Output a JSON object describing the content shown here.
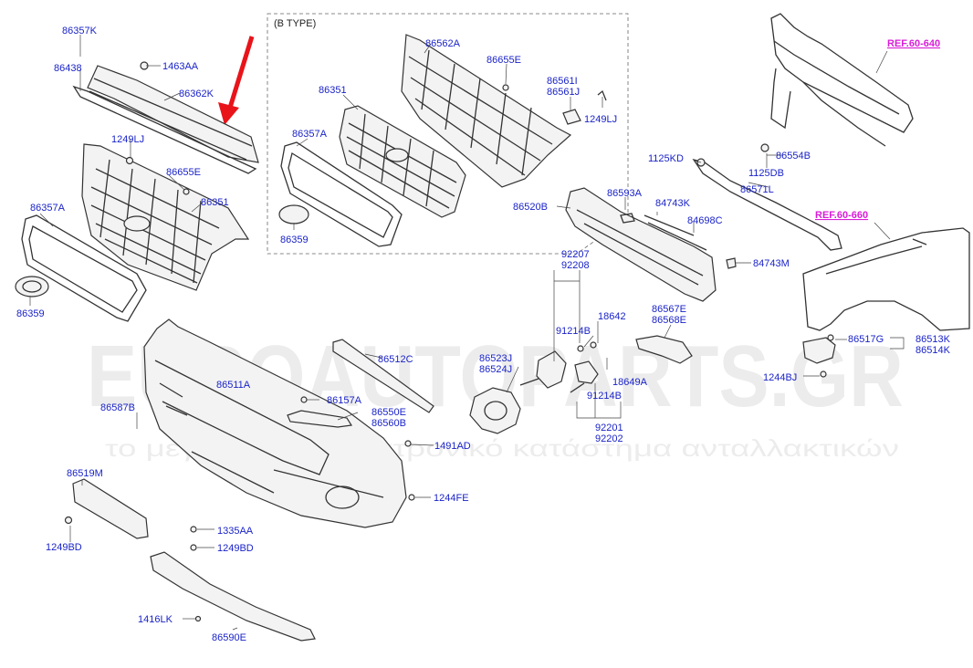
{
  "diagram": {
    "group_label": "(B TYPE)",
    "refs": [
      "REF.60-640",
      "REF.60-660"
    ],
    "watermark_main": "EUROAUTOPARTS.GR",
    "watermark_sub": "το μεγαλύτερο ηλεκτρονικό κατάστημα ανταλλακτικών",
    "part_labels": [
      "86357K",
      "86438",
      "1463AA",
      "86362K",
      "1249LJ",
      "86655E",
      "86357A",
      "86351",
      "86359",
      "86562A",
      "86655E",
      "86561I",
      "86561J",
      "1249LJ",
      "86351",
      "86357A",
      "86359",
      "1125KD",
      "86554B",
      "1125DB",
      "86571L",
      "86593A",
      "84743K",
      "86520B",
      "84698C",
      "84743M",
      "92207",
      "92208",
      "18642",
      "91214B",
      "86567E",
      "86568E",
      "86517G",
      "86513K",
      "86514K",
      "1244BJ",
      "86512C",
      "86523J",
      "86524J",
      "18649A",
      "91214B",
      "92201",
      "92202",
      "86511A",
      "86157A",
      "86550E",
      "86560B",
      "86587B",
      "1491AD",
      "1244FE",
      "86519M",
      "1249BD",
      "1335AA",
      "1249BD",
      "1416LK",
      "86590E"
    ]
  }
}
